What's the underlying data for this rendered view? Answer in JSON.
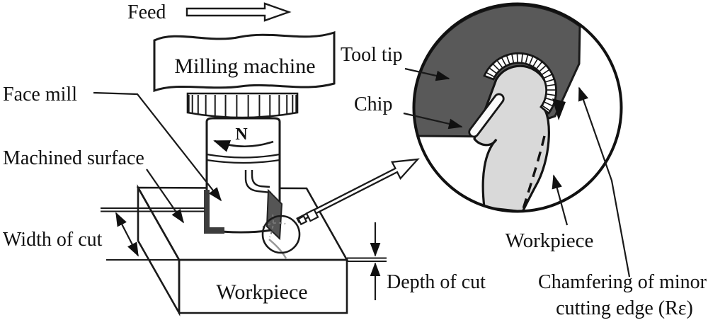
{
  "figure": {
    "left_view": {
      "feed_label": "Feed",
      "machine_label": "Milling machine",
      "spindle_speed_label": "N",
      "face_mill_label": "Face mill",
      "machined_surface_label": "Machined surface",
      "width_of_cut_label": "Width of cut",
      "workpiece_label": "Workpiece",
      "depth_of_cut_label": "Depth of cut"
    },
    "detail_view": {
      "tool_tip_label": "Tool tip",
      "chip_label": "Chip",
      "workpiece_label": "Workpiece",
      "chamfer_label_line1": "Chamfering of minor",
      "chamfer_label_line2": "cutting edge (Rε)"
    },
    "colors": {
      "tool_dark": "#595959",
      "chip_gray": "#d9d9d9",
      "outline": "#1a1a1a",
      "workpiece_face_light": "#f7f7f7",
      "workpiece_face_shade": "#dcdcdc",
      "step_shadow": "#3d3d3d"
    }
  }
}
